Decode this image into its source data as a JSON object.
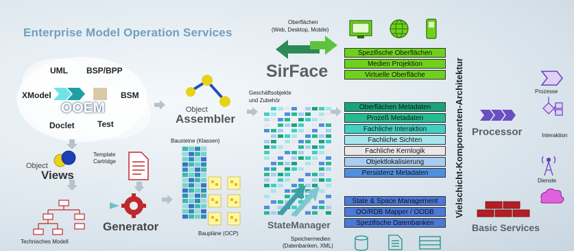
{
  "title": "Enterprise Model Operation Services",
  "ooem": {
    "label": "OOEM",
    "uml": "UML",
    "bsp": "BSP/BPP",
    "xmodel": "XModel",
    "bsm": "BSM",
    "doclet": "Doclet",
    "test": "Test"
  },
  "object_views": {
    "line1": "Object",
    "line2": "Views"
  },
  "template_cartridge": {
    "line1": "Template",
    "line2": "Cartridge"
  },
  "generator": "Generator",
  "technisches_modell": "Technisches Modell",
  "object_assembler": {
    "line1": "Object",
    "line2": "Assembler"
  },
  "bausteine": "Bausteine (Klassen)",
  "bauplaene": "Baupläne (OCP)",
  "geschaeftsobjekte": {
    "line1": "Geschäftsobjekte",
    "line2": "und Zubehör"
  },
  "oberflaechen": {
    "line1": "Oberflächen",
    "line2": "(Web, Desktop, Mobile)"
  },
  "sirface": "SirFace",
  "statemanager": "StateManager",
  "speichermedien": {
    "line1": "Speichermedien",
    "line2": "(Datenbanken, XML)"
  },
  "green_stack": [
    "Spezifische Oberflächen",
    "Medien Projektion",
    "Virtuelle Oberfläche"
  ],
  "middle_stack": [
    {
      "label": "Oberflächen Metadaten",
      "color": "#1aa37a"
    },
    {
      "label": "Prozeß Metadaten",
      "color": "#27b98f"
    },
    {
      "label": "Fachliche Interaktion",
      "color": "#3fd0c2"
    },
    {
      "label": "Fachliche Sichten",
      "color": "#a7e6ea"
    },
    {
      "label": "Fachliche Kernlogik",
      "color": "#e8e8e8"
    },
    {
      "label": "Objektlokalisierung",
      "color": "#a9cdf0"
    },
    {
      "label": "Persistenz Metadaten",
      "color": "#4f8fe0"
    }
  ],
  "blue_stack": [
    "State & Space Management",
    "OO/RDB Mapper / OODB",
    "Spezifische Datenbanken"
  ],
  "vertical_label": "Vielschicht-Komponenten-Architektur",
  "processor": "Processor",
  "basic_services": "Basic Services",
  "right_items": {
    "prozesse": "Prozesse",
    "interaktion": "Interaktion",
    "dienste": "Dienste"
  },
  "colors": {
    "green_stack": "#6fd11c",
    "blue_stack": "#4b79d8",
    "accent": "#6ea0c0",
    "red": "#c0282c"
  }
}
